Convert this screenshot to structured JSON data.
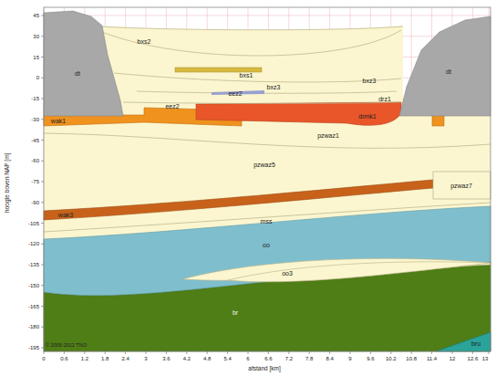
{
  "diagram": {
    "labels": [
      "45",
      "30",
      "15",
      "0",
      "-15",
      "-30",
      "-45",
      "-60",
      "-75",
      "-90",
      "-105",
      "-120",
      "-135",
      "-150",
      "-165",
      "-180",
      "-195",
      "0",
      "0.6",
      "1.2",
      "1.8",
      "2.4",
      "3",
      "3.6",
      "4.2",
      "4.8",
      "5.4",
      "6",
      "6.6",
      "7.2",
      "7.8",
      "8.4",
      "9",
      "9.6",
      "10.2",
      "10.8",
      "11.4",
      "12",
      "12.6",
      "13",
      "hoogte boven NAP [m]",
      "afstand [km]",
      "© 2005-2012 TNO",
      "dt",
      "dt",
      "bxs2",
      "bxs1",
      "bxz3",
      "bxz3",
      "eez2",
      "eez2",
      "drz1",
      "wak1",
      "drmk1",
      "pzwaz1",
      "pzwaz5",
      "pzwaz7",
      "wak3",
      "mss",
      "oo",
      "oo3",
      "br",
      "bru"
    ]
  }
}
